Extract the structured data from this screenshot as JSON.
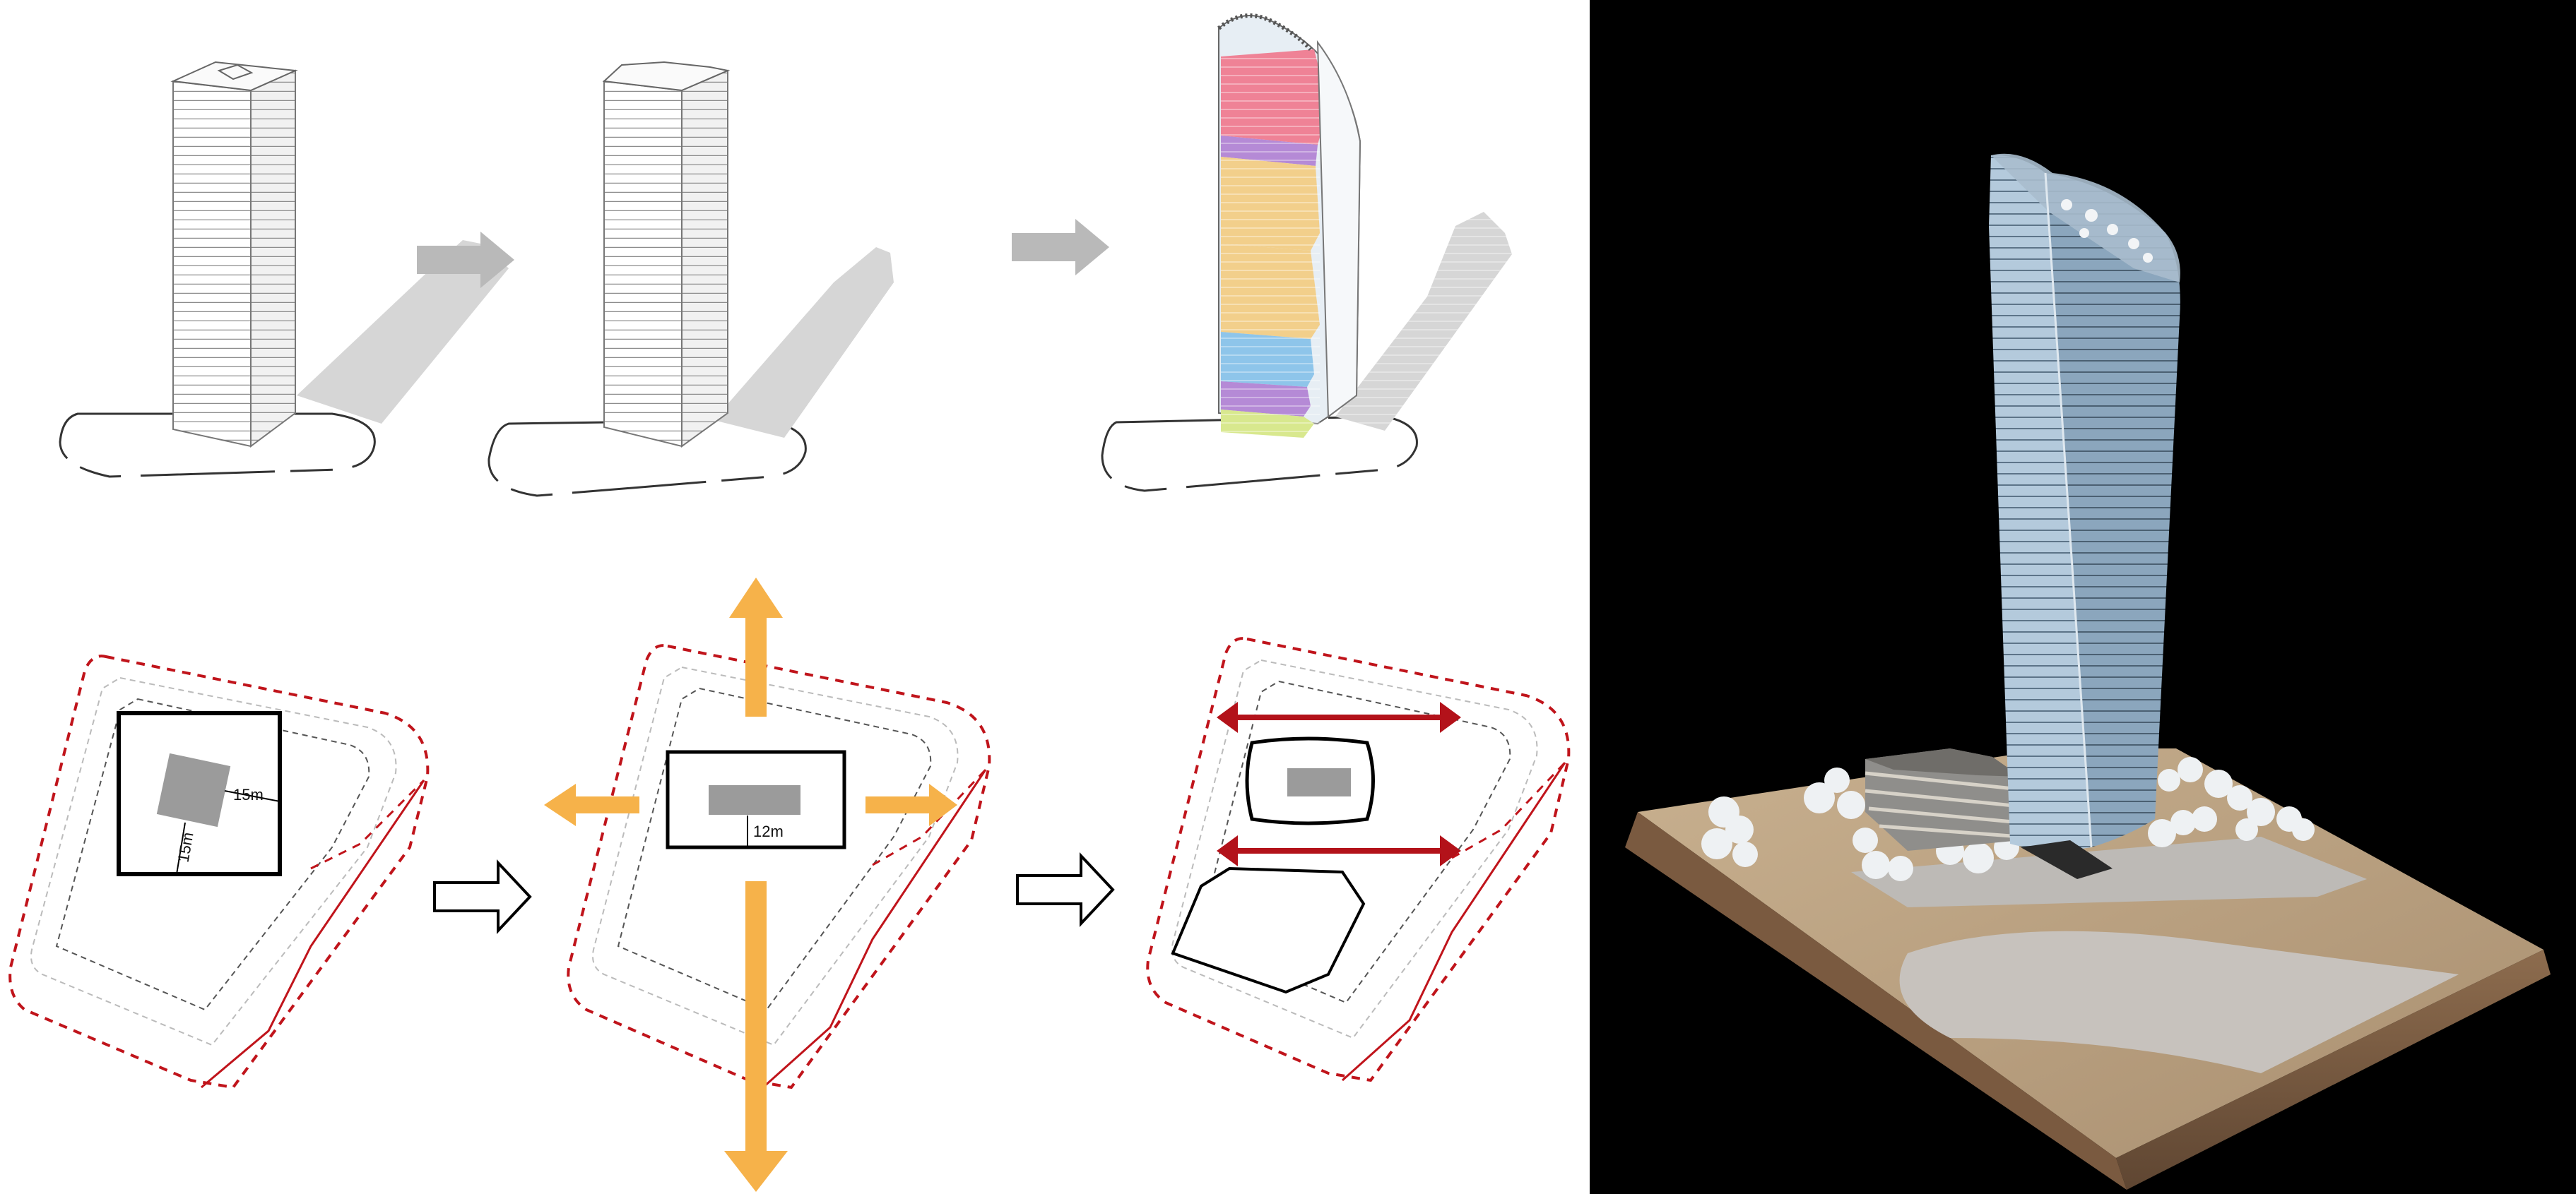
{
  "annotations": {
    "setback_side": "15m",
    "setback_bottom": "15m",
    "setback_front": "12m"
  },
  "colors": {
    "background_left": "#ffffff",
    "background_right": "#000000",
    "site_boundary": "#c0141b",
    "orange_arrow": "#f6b24a",
    "red_arrow": "#b3121a",
    "grey_block": "#9b9b9b",
    "shadow": "#d6d6d6",
    "program_retail": "#d8e88e",
    "program_lobby": "#b58ad6",
    "program_blue": "#8ec5ea",
    "program_office": "#f2cf8b",
    "program_hotel": "#ef8296",
    "glass": "#b4cadc",
    "wood_base": "#b59a7a"
  },
  "icons": {
    "process_arrow": "right-arrow-icon",
    "expand_arrow": "double-arrow-icon"
  }
}
